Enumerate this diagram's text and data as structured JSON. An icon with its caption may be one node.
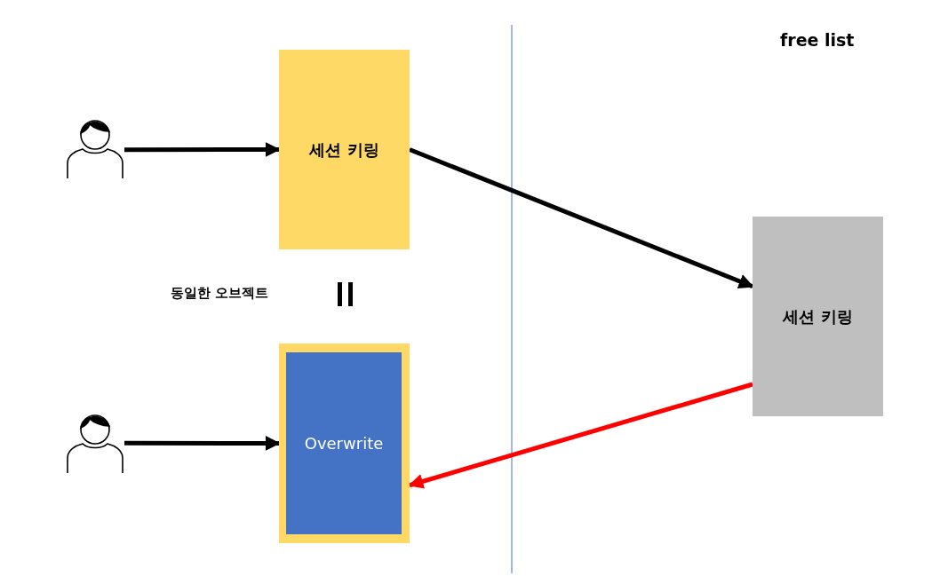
{
  "diagram": {
    "nodes": [
      {
        "text": [],
        "shape": "person"
      },
      {
        "text": [
          "세션 키링"
        ]
      },
      {
        "text": [],
        "shape": "person"
      },
      {
        "text": [],
        "shape": "box"
      },
      {
        "text": [
          "Overwrite"
        ],
        "in": 3
      },
      {
        "text": [
          "세션 키링"
        ]
      }
    ],
    "edges": [
      {
        "from": 0,
        "to": 1,
        "arrow": "to"
      },
      {
        "from": 1,
        "to": 5,
        "arrow": "to"
      },
      {
        "from": 2,
        "to": 3,
        "arrow": "to"
      },
      {
        "from": 5,
        "to": 3,
        "arrow": "to",
        "color": "#ff0000"
      }
    ],
    "labels": [
      "free list",
      "동일한 오브젝트"
    ]
  }
}
